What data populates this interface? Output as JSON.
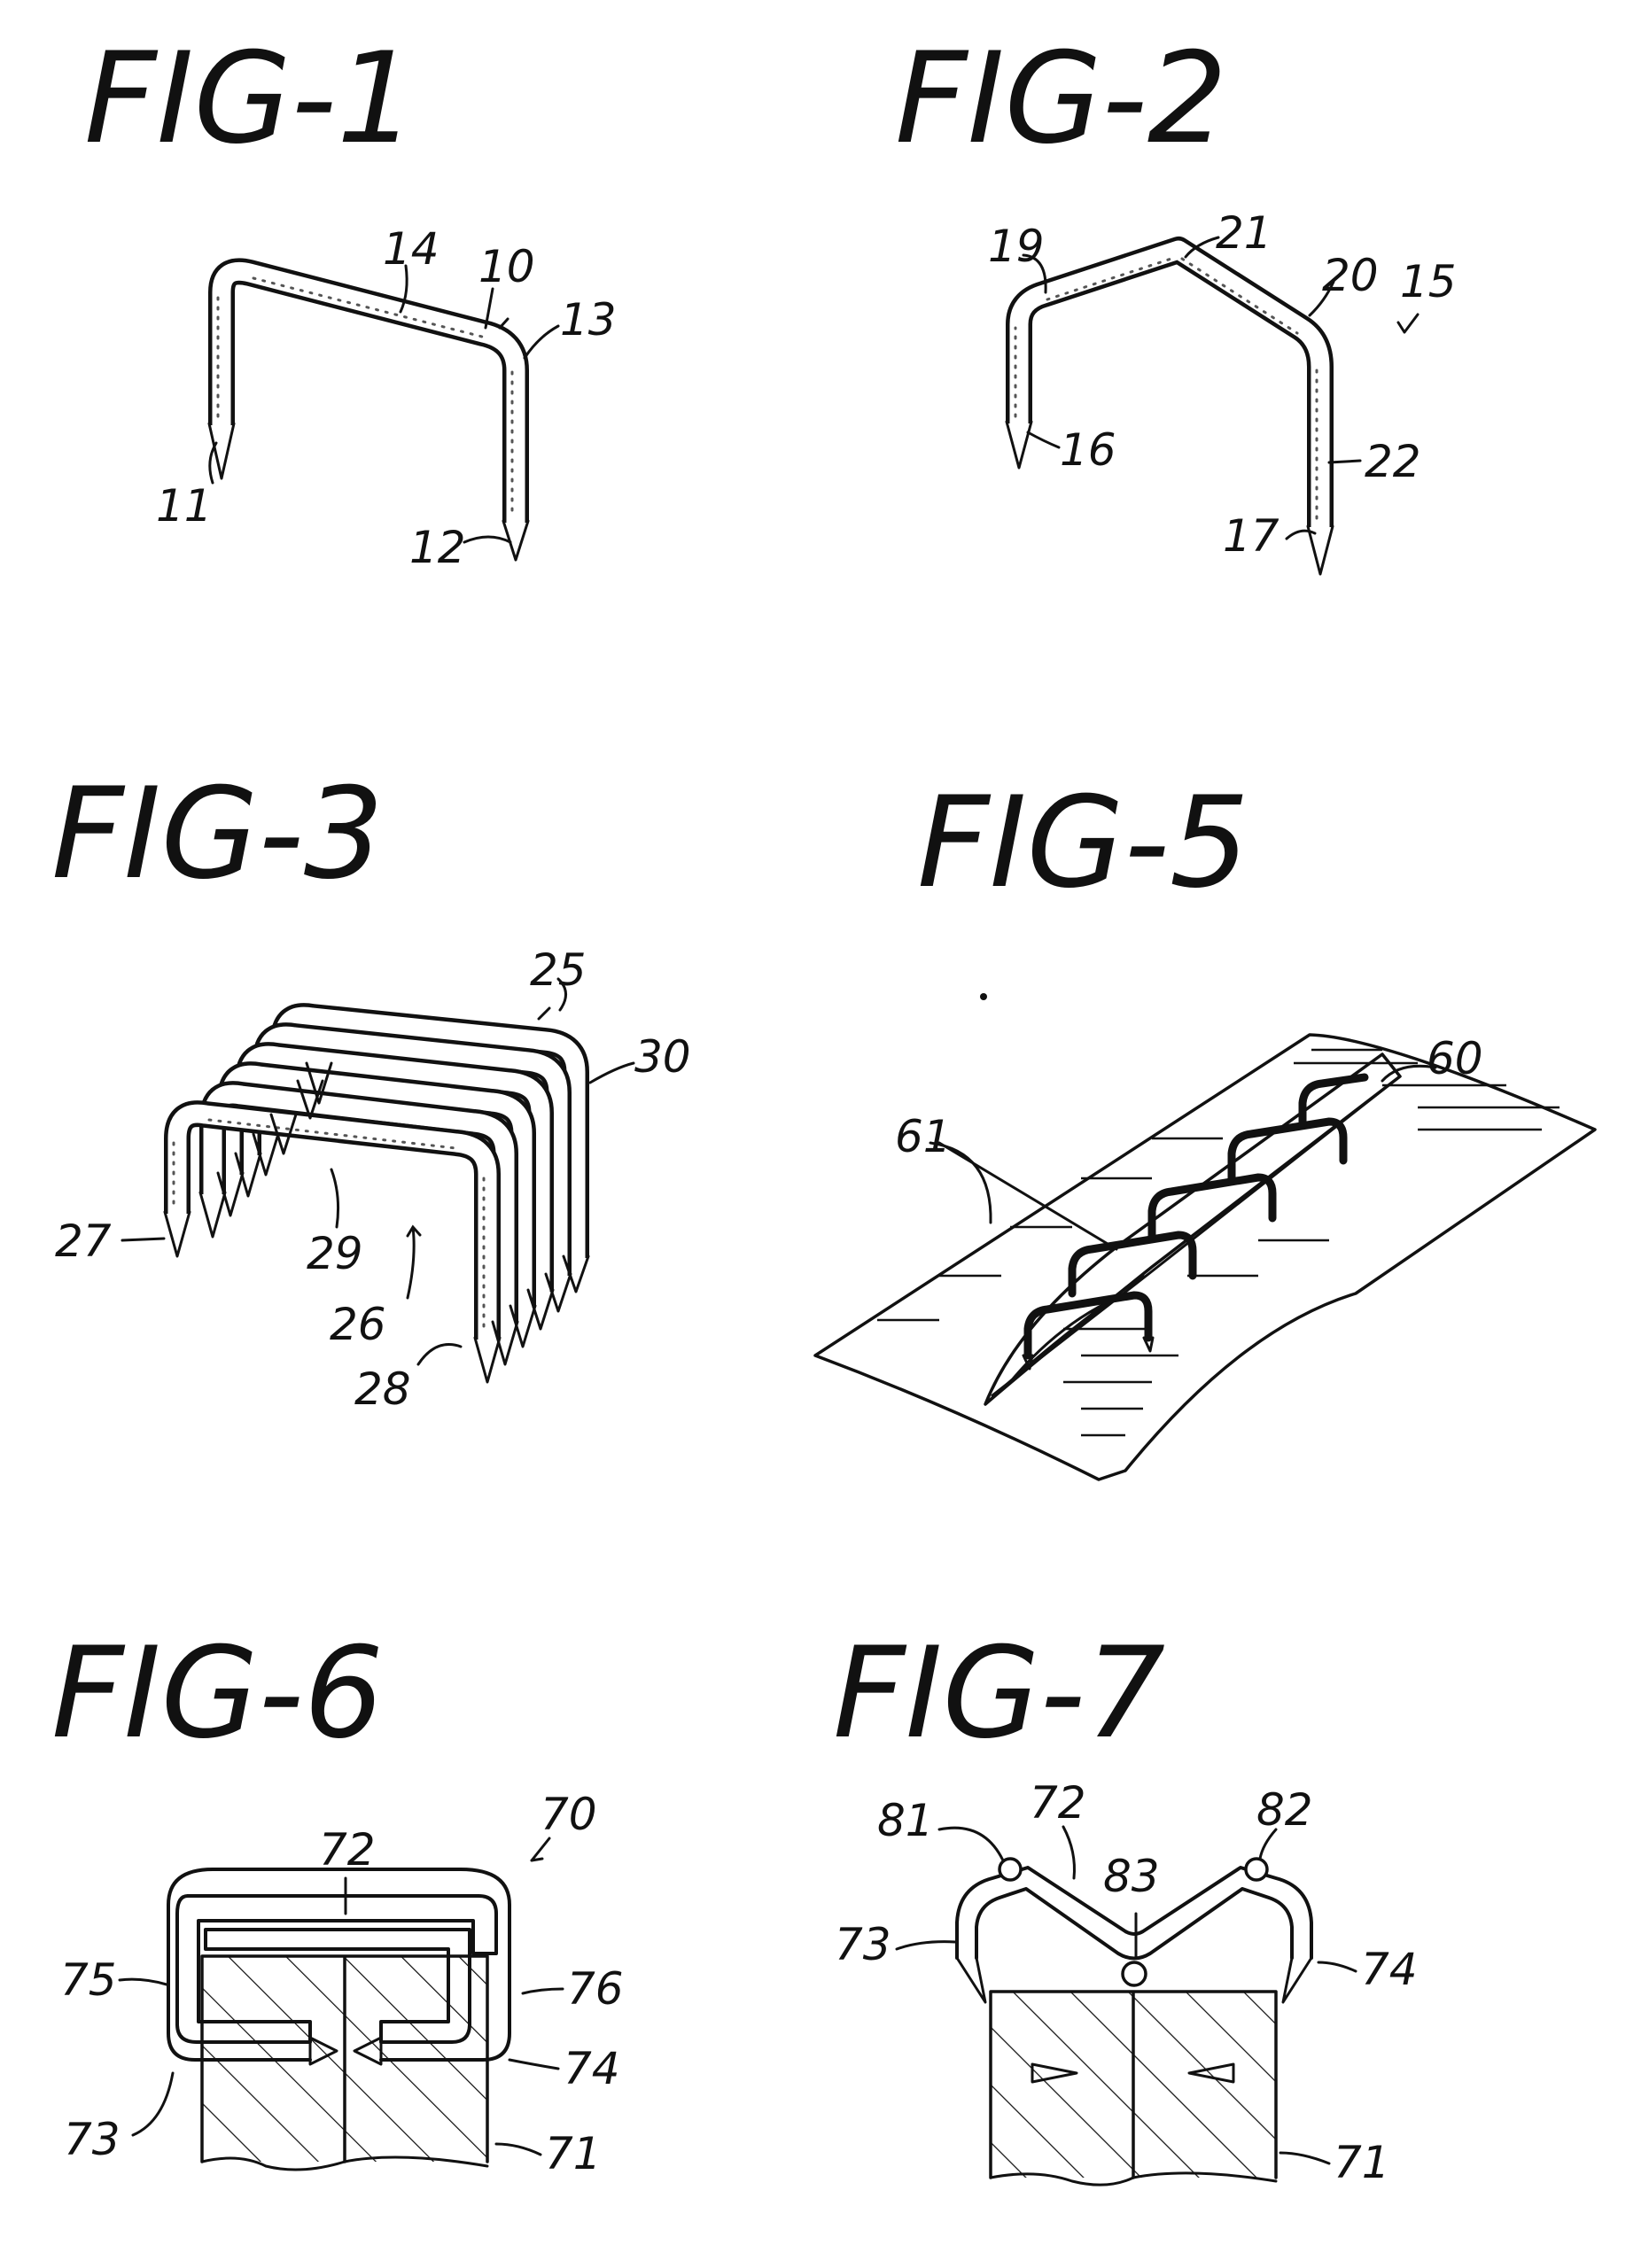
{
  "figures": [
    {
      "id": "fig1",
      "title": "FIG-1",
      "refs": [
        "10",
        "11",
        "12",
        "13",
        "14"
      ]
    },
    {
      "id": "fig2",
      "title": "FIG-2",
      "refs": [
        "15",
        "16",
        "17",
        "19",
        "20",
        "21",
        "22"
      ]
    },
    {
      "id": "fig3",
      "title": "FIG-3",
      "refs": [
        "25",
        "26",
        "27",
        "28",
        "29",
        "30"
      ]
    },
    {
      "id": "fig5",
      "title": "FIG-5",
      "refs": [
        "60",
        "61"
      ]
    },
    {
      "id": "fig6",
      "title": "FIG-6",
      "refs": [
        "70",
        "71",
        "72",
        "73",
        "74",
        "75",
        "76"
      ]
    },
    {
      "id": "fig7",
      "title": "FIG-7",
      "refs": [
        "71",
        "72",
        "73",
        "74",
        "81",
        "82",
        "83"
      ]
    }
  ]
}
